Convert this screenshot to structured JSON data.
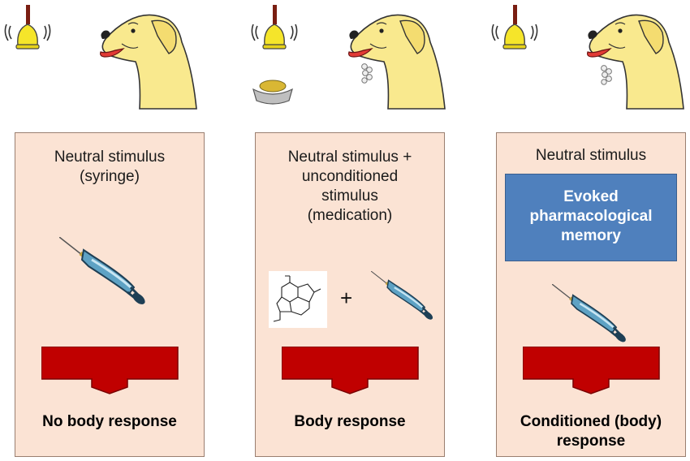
{
  "panels": [
    {
      "title": "Neutral stimulus\n(syringe)",
      "response": "No body response"
    },
    {
      "title": "Neutral stimulus +\nunconditioned\nstimulus\n(medication)",
      "response": "Body response",
      "plus": "+"
    },
    {
      "title": "Neutral stimulus",
      "memory": "Evoked\npharmacological\nmemory",
      "response": "Conditioned (body)\nresponse"
    }
  ],
  "colors": {
    "panel_bg": "#fbe3d4",
    "memory_box": "#4f80bd",
    "arrow": "#c00000",
    "dog": "#f9e98e",
    "bell": "#f5e52a"
  }
}
